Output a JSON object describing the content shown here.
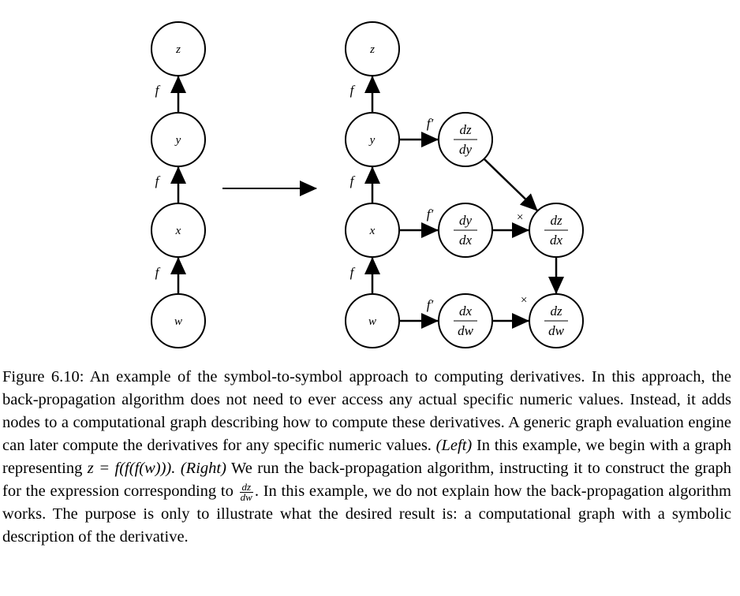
{
  "left_graph": {
    "nodes": {
      "z": "z",
      "y": "y",
      "x": "x",
      "w": "w"
    },
    "edge_labels": {
      "f1": "f",
      "f2": "f",
      "f3": "f"
    }
  },
  "right_graph": {
    "nodes": {
      "z": "z",
      "y": "y",
      "x": "x",
      "w": "w"
    },
    "edge_labels": {
      "f1": "f",
      "f2": "f",
      "f3": "f",
      "fp1": "f′",
      "fp2": "f′",
      "fp3": "f′",
      "times1": "×",
      "times2": "×"
    },
    "fractions": {
      "dzdy": {
        "num": "dz",
        "den": "dy"
      },
      "dydx": {
        "num": "dy",
        "den": "dx"
      },
      "dzdx": {
        "num": "dz",
        "den": "dx"
      },
      "dxdw": {
        "num": "dx",
        "den": "dw"
      },
      "dzdw": {
        "num": "dz",
        "den": "dw"
      }
    }
  },
  "caption": {
    "label": "Figure 6.10:",
    "p1": "An example of the symbol-to-symbol approach to computing derivatives. In this approach, the back-propagation algorithm does not need to ever access any actual specific numeric values. Instead, it adds nodes to a computational graph describing how to compute these derivatives. A generic graph evaluation engine can later compute the derivatives for any specific numeric values.",
    "left_tag": "(Left)",
    "p2": "In this example, we begin with a graph representing",
    "formula": "z = f(f(f(w))).",
    "right_tag": "(Right)",
    "p3": "We run the back-propagation algorithm, instructing it to construct the graph for the expression corresponding to",
    "frac_num": "dz",
    "frac_den": "dw",
    "p4": ". In this example, we do not explain how the back-propagation algorithm works. The purpose is only to illustrate what the desired result is: a computational graph with a symbolic description of the derivative."
  }
}
